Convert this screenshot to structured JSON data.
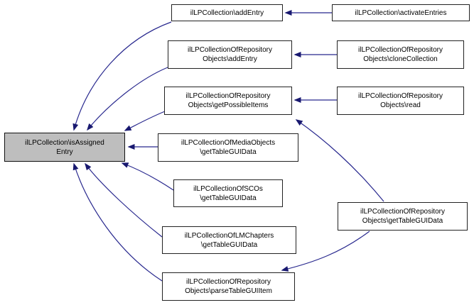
{
  "diagram": {
    "type": "call-graph",
    "background_color": "#ffffff",
    "edge_color": "#191970",
    "node_fill": "#ffffff",
    "node_border": "#222222",
    "highlight_fill": "#bebebe",
    "nodes": [
      {
        "id": "isAssignedEntry",
        "label": "ilLPCollection\\isAssigned\nEntry",
        "highlighted": true
      },
      {
        "id": "addEntry",
        "label": "ilLPCollection\\addEntry",
        "highlighted": false
      },
      {
        "id": "activateEntries",
        "label": "ilLPCollection\\activateEntries",
        "highlighted": false
      },
      {
        "id": "repoAddEntry",
        "label": "ilLPCollectionOfRepository\nObjects\\addEntry",
        "highlighted": false
      },
      {
        "id": "cloneCollection",
        "label": "ilLPCollectionOfRepository\nObjects\\cloneCollection",
        "highlighted": false
      },
      {
        "id": "getPossibleItems",
        "label": "ilLPCollectionOfRepository\nObjects\\getPossibleItems",
        "highlighted": false
      },
      {
        "id": "read",
        "label": "ilLPCollectionOfRepository\nObjects\\read",
        "highlighted": false
      },
      {
        "id": "mediaGetTableGUIData",
        "label": "ilLPCollectionOfMediaObjects\n\\getTableGUIData",
        "highlighted": false
      },
      {
        "id": "scosGetTableGUIData",
        "label": "ilLPCollectionOfSCOs\n\\getTableGUIData",
        "highlighted": false
      },
      {
        "id": "lmChaptersGetTableGUIData",
        "label": "ilLPCollectionOfLMChapters\n\\getTableGUIData",
        "highlighted": false
      },
      {
        "id": "parseTableGUIItem",
        "label": "ilLPCollectionOfRepository\nObjects\\parseTableGUIItem",
        "highlighted": false
      },
      {
        "id": "repoGetTableGUIData",
        "label": "ilLPCollectionOfRepository\nObjects\\getTableGUIData",
        "highlighted": false
      }
    ],
    "edges": [
      {
        "from": "ilLPCollection\\addEntry",
        "to": "ilLPCollection\\isAssignedEntry"
      },
      {
        "from": "ilLPCollectionOfRepositoryObjects\\addEntry",
        "to": "ilLPCollection\\isAssignedEntry"
      },
      {
        "from": "ilLPCollectionOfRepositoryObjects\\getPossibleItems",
        "to": "ilLPCollection\\isAssignedEntry"
      },
      {
        "from": "ilLPCollectionOfMediaObjects\\getTableGUIData",
        "to": "ilLPCollection\\isAssignedEntry"
      },
      {
        "from": "ilLPCollectionOfSCOs\\getTableGUIData",
        "to": "ilLPCollection\\isAssignedEntry"
      },
      {
        "from": "ilLPCollectionOfLMChapters\\getTableGUIData",
        "to": "ilLPCollection\\isAssignedEntry"
      },
      {
        "from": "ilLPCollectionOfRepositoryObjects\\parseTableGUIItem",
        "to": "ilLPCollection\\isAssignedEntry"
      },
      {
        "from": "ilLPCollection\\activateEntries",
        "to": "ilLPCollection\\addEntry"
      },
      {
        "from": "ilLPCollectionOfRepositoryObjects\\cloneCollection",
        "to": "ilLPCollectionOfRepositoryObjects\\addEntry"
      },
      {
        "from": "ilLPCollectionOfRepositoryObjects\\read",
        "to": "ilLPCollectionOfRepositoryObjects\\getPossibleItems"
      },
      {
        "from": "ilLPCollectionOfRepositoryObjects\\getTableGUIData",
        "to": "ilLPCollectionOfRepositoryObjects\\getPossibleItems"
      },
      {
        "from": "ilLPCollectionOfRepositoryObjects\\getTableGUIData",
        "to": "ilLPCollectionOfRepositoryObjects\\parseTableGUIItem"
      }
    ]
  }
}
